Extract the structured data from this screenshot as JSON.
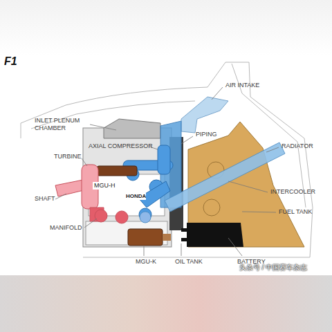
{
  "diagram": {
    "labels": [
      "F1",
      "AIR INTAKE",
      "INLET PLENUM CHAMBER",
      "PIPING",
      "AXIAL COMPRESSOR",
      "RADIATOR",
      "TURBINE",
      "MGU-H",
      "HONDA",
      "INTERCOOLER",
      "SHAFT",
      "FUEL TANK",
      "MANIFOLD",
      "MGU-K",
      "OIL TANK",
      "BATTERY",
      "头条号 / 中国赛车杂志"
    ]
  }
}
